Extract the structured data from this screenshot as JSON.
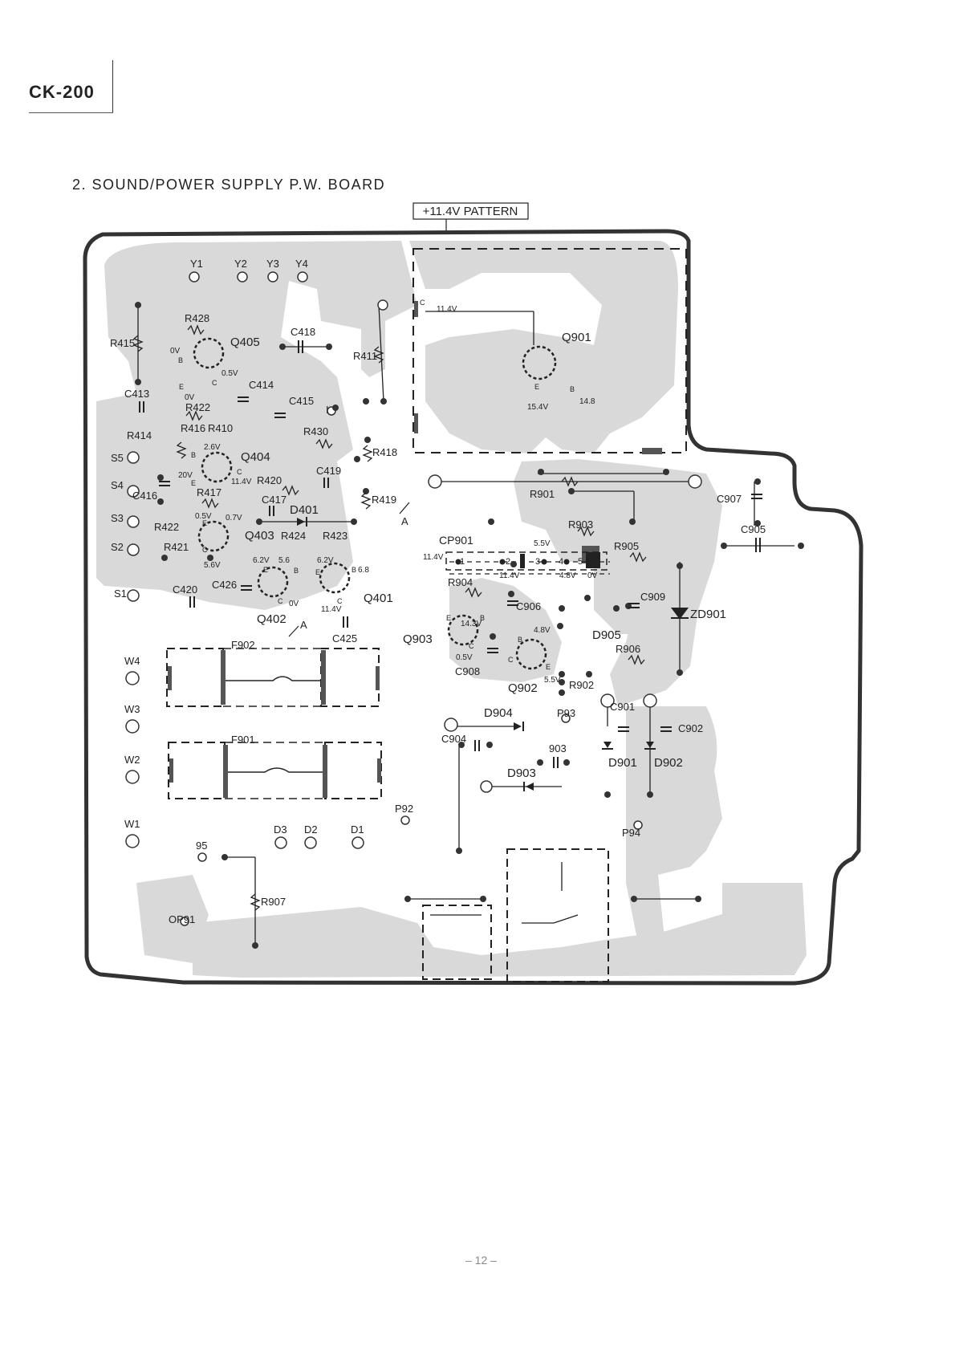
{
  "header": {
    "model": "CK-200"
  },
  "section_title": "2.  SOUND/POWER SUPPLY P.W. BOARD",
  "pattern_label": "+11.4V PATTERN",
  "page_number": "– 12 –",
  "colors": {
    "pattern": "#d9d9d9",
    "ink": "#222222",
    "background": "#ffffff"
  },
  "connectors": {
    "Y1": "Y1",
    "Y2": "Y2",
    "Y3": "Y3",
    "Y4": "Y4",
    "S1": "S1",
    "S2": "S2",
    "S3": "S3",
    "S4": "S4",
    "S5": "S5",
    "W1": "W1",
    "W2": "W2",
    "W3": "W3",
    "W4": "W4",
    "D1": "D1",
    "D2": "D2",
    "D3": "D3",
    "P91": "OP91",
    "P92": "P92",
    "P93": "P93",
    "P94": "P94",
    "P95": "95",
    "I": "I"
  },
  "resistors": {
    "R415": "R415",
    "R428": "R428",
    "R422a": "R422",
    "R416": "R416",
    "R410": "R410",
    "R414": "R414",
    "R430": "R430",
    "R418": "R418",
    "R411": "R411",
    "R417": "R417",
    "R420": "R420",
    "R419": "R419",
    "R422b": "R422",
    "R421": "R421",
    "R424": "R424",
    "R423": "R423",
    "R901": "R901",
    "R903": "R903",
    "R904": "R904",
    "R905": "R905",
    "R906": "R906",
    "R902": "R902",
    "R907": "R907"
  },
  "capacitors": {
    "C418": "C418",
    "C414": "C414",
    "C415": "C415",
    "C413": "C413",
    "C416": "C416",
    "C419": "C419",
    "C417": "C417",
    "C420": "C420",
    "C426": "C426",
    "C425": "C425",
    "C907": "C907",
    "C905": "C905",
    "C906": "C906",
    "C909": "C909",
    "C908": "C908",
    "C904": "C904",
    "C903": "903",
    "C901": "C901",
    "C902": "C902"
  },
  "transistors": {
    "Q405": "Q405",
    "Q404": "Q404",
    "Q403": "Q403",
    "Q402": "Q402",
    "Q401": "Q401",
    "Q901": "Q901",
    "Q903": "Q903",
    "Q902": "Q902"
  },
  "diodes": {
    "D401": "D401",
    "D904": "D904",
    "D903": "D903",
    "D905": "D905",
    "D901": "D901",
    "D902": "D902",
    "ZD901": "ZD901"
  },
  "fuses": {
    "F901": "F901",
    "F902": "F902"
  },
  "connector_strip": {
    "name": "CP901",
    "pins": [
      "1",
      "2",
      "3",
      "4",
      "5"
    ]
  },
  "markers": {
    "A": "A"
  },
  "voltages": {
    "q405_b": "0V",
    "q405_e": "0V",
    "q405_c": "0.5V",
    "q404_b": "2.6V",
    "q404_e": "20V",
    "q404_c": "11.4V",
    "q403_e": "0.5V",
    "q403_b": "0.7V",
    "q403_c": "5.6V",
    "q402_e": "6.2V",
    "q402_b": "5.6",
    "q402_c": "0V",
    "q401_e": "6.2V",
    "q401_b": "6.8",
    "q401_c": "11.4V",
    "q901_c": "11.4V",
    "q901_e": "15.4V",
    "q901_b": "14.8",
    "q903_b": "14.3V",
    "q903_c": "0.5V",
    "q902_b": "4.8V",
    "q902_e": "5.5V",
    "cp_p1": "11.4V",
    "cp_p2": "11.4V",
    "cp_p3": "5.5V",
    "cp_p4": "4.8V",
    "cp_p5": "0V"
  },
  "pin_letters": {
    "b": "B",
    "c": "C",
    "e": "E"
  }
}
